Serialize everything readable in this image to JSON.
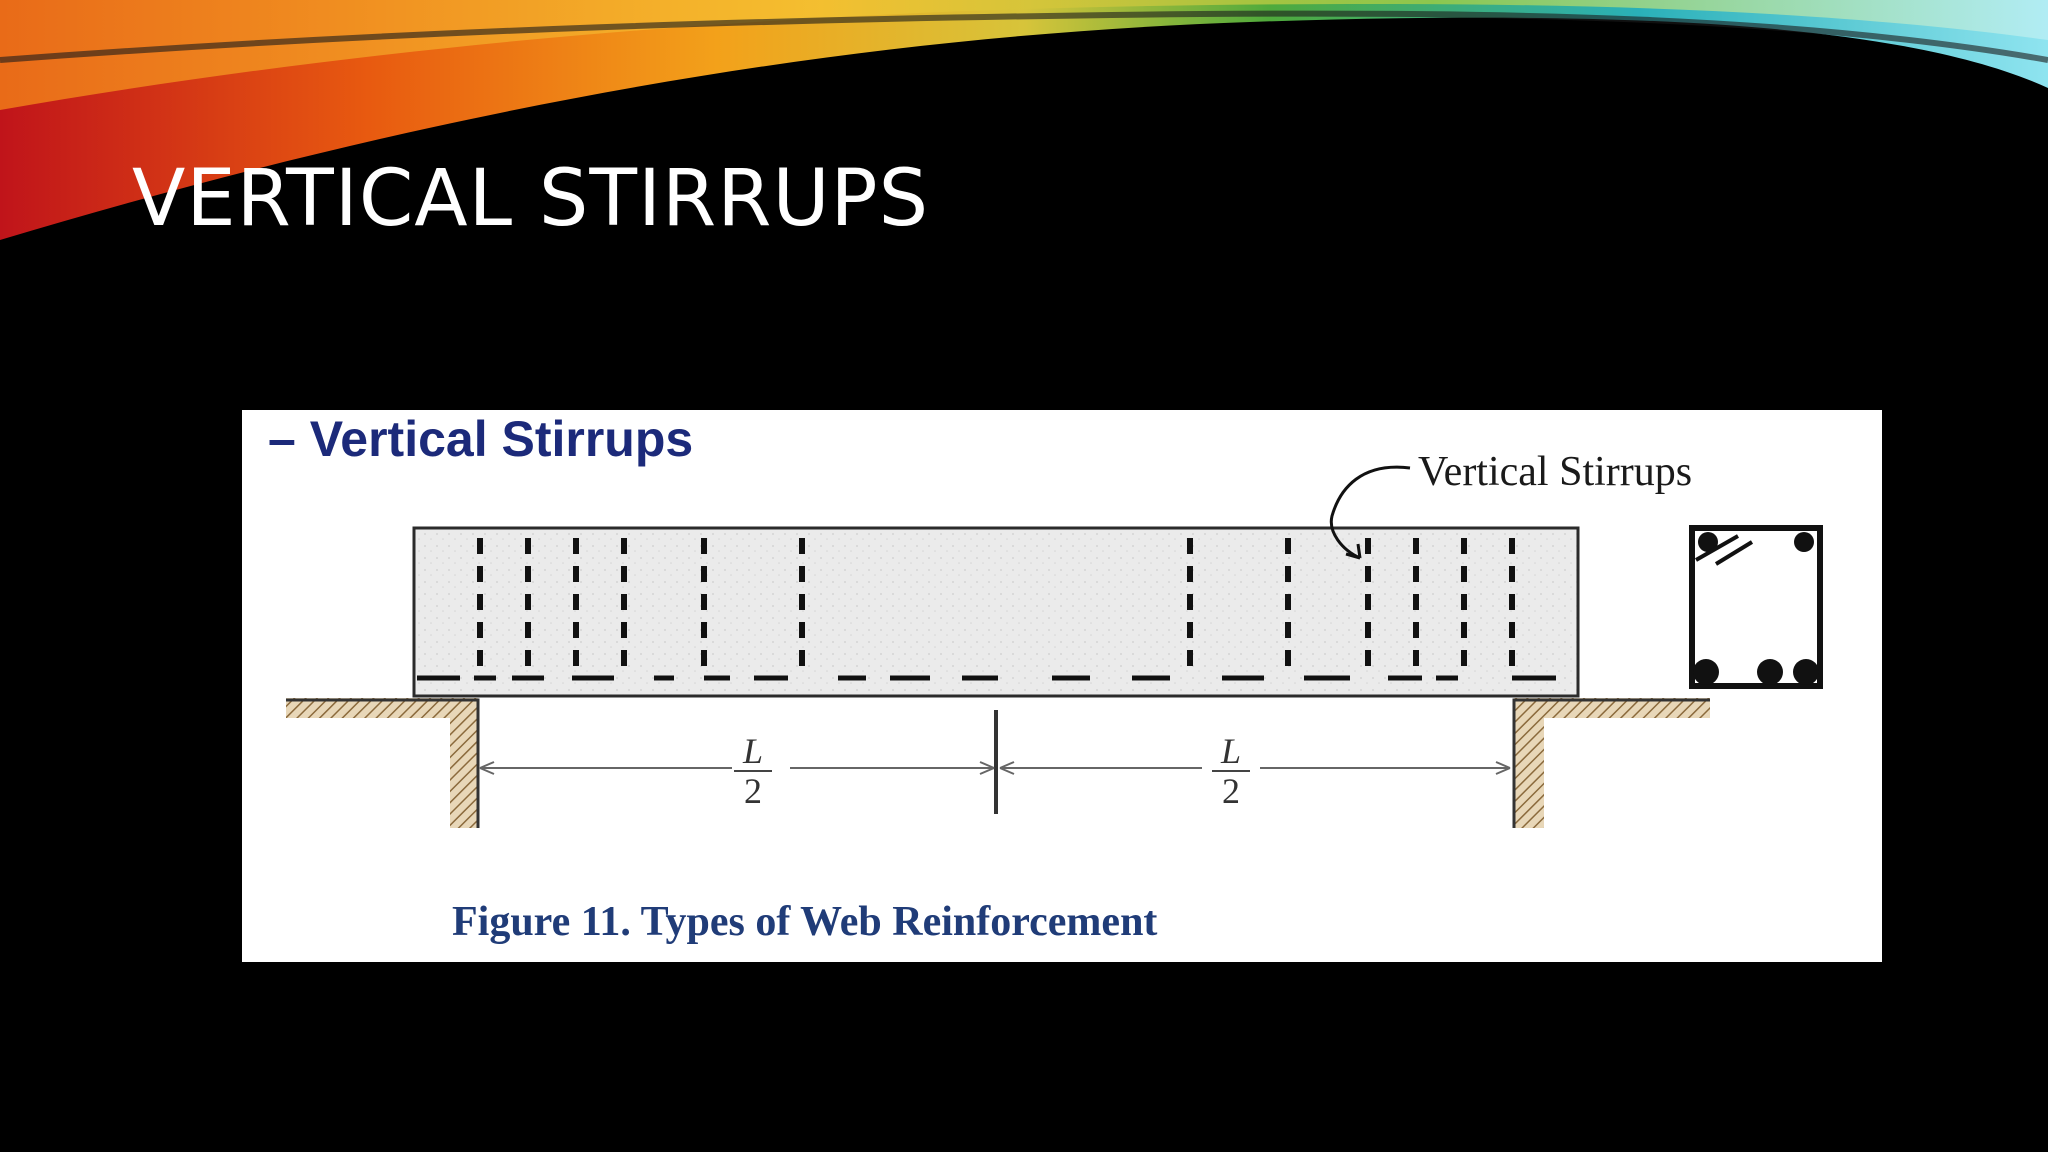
{
  "slide": {
    "title": "VERTICAL STIRRUPS"
  },
  "figure": {
    "heading": "– Vertical Stirrups",
    "callout_label": "Vertical Stirrups",
    "span_left": {
      "numerator": "L",
      "denominator": "2"
    },
    "span_right": {
      "numerator": "L",
      "denominator": "2"
    },
    "caption": "Figure 11. Types of Web Reinforcement"
  },
  "colors": {
    "background": "#000000",
    "title_text": "#ffffff",
    "heading_text": "#1c2a7a",
    "caption_text": "#203c78"
  }
}
